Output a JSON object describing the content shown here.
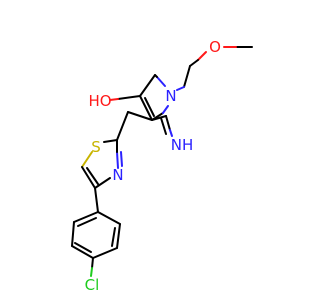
{
  "molecule": {
    "atoms": {
      "oxygen_methoxy": "O",
      "hydroxyl": "HO",
      "nitrogen_ring": "N",
      "imine": "NH",
      "sulfur": "S",
      "nitrogen_thiazole": "N",
      "chlorine": "Cl"
    },
    "colors": {
      "carbon": "#000000",
      "nitrogen": "#2b22ff",
      "oxygen": "#ff1a1a",
      "sulfur": "#c8b400",
      "chlorine": "#1ecc1e"
    }
  }
}
